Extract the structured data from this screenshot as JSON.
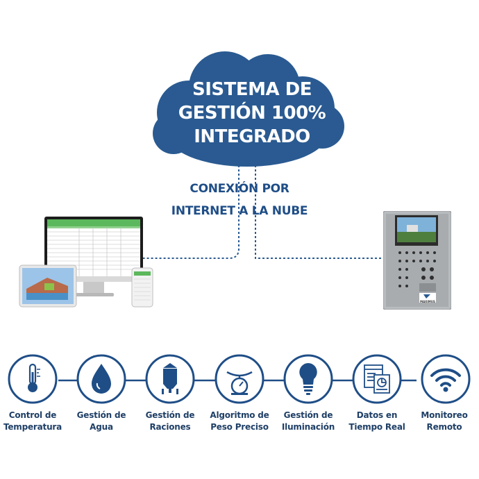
{
  "cloud": {
    "line1": "SISTEMA DE",
    "line2": "GESTIÓN 100%",
    "line3": "INTEGRADO"
  },
  "connection": {
    "line1": "CONEXIÓN POR",
    "line2": "INTERNET A LA NUBE"
  },
  "controller": {
    "brand": "MAXIMUS"
  },
  "features": [
    {
      "line1": "Control de",
      "line2": "Temperatura",
      "icon": "thermometer-icon"
    },
    {
      "line1": "Gestión de",
      "line2": "Agua",
      "icon": "water-drop-icon"
    },
    {
      "line1": "Gestión de",
      "line2": "Raciones",
      "icon": "feed-silo-icon"
    },
    {
      "line1": "Algoritmo de",
      "line2": "Peso Preciso",
      "icon": "scale-icon"
    },
    {
      "line1": "Gestión de",
      "line2": "Iluminación",
      "icon": "lightbulb-icon"
    },
    {
      "line1": "Datos en",
      "line2": "Tiempo Real",
      "icon": "data-report-icon"
    },
    {
      "line1": "Monitoreo",
      "line2": "Remoto",
      "icon": "wifi-icon"
    }
  ],
  "colors": {
    "cloud": "#2a5a91",
    "accent_blue": "#1f4e87",
    "text_dark": "#1f3f66",
    "spreadsheet_green": "#5cb85c"
  }
}
